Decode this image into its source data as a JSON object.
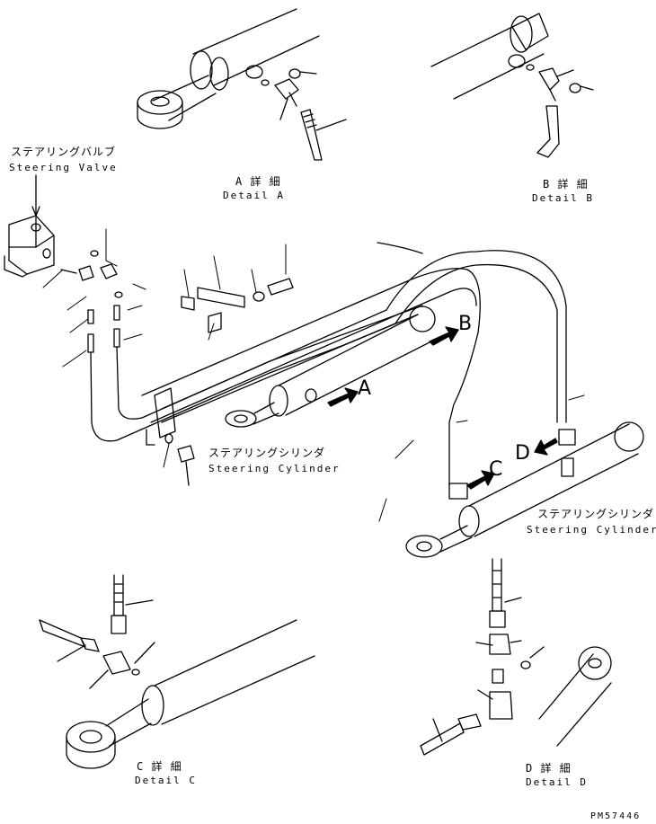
{
  "labels": {
    "steering_valve_jp": "ステアリングバルブ",
    "steering_valve_en": "Steering Valve",
    "steering_cylinder_jp_1": "ステアリングシリンダ",
    "steering_cylinder_en_1": "Steering Cylinder",
    "steering_cylinder_jp_2": "ステアリングシリンダ",
    "steering_cylinder_en_2": "Steering Cylinder"
  },
  "details": {
    "a_jp": "A 詳 細",
    "a_en": "Detail A",
    "b_jp": "B 詳 細",
    "b_en": "Detail B",
    "c_jp": "C 詳 細",
    "c_en": "Detail C",
    "d_jp": "D 詳 細",
    "d_en": "Detail D"
  },
  "callouts": {
    "a": "A",
    "b": "B",
    "c": "C",
    "d": "D"
  },
  "reference": "PM57446"
}
